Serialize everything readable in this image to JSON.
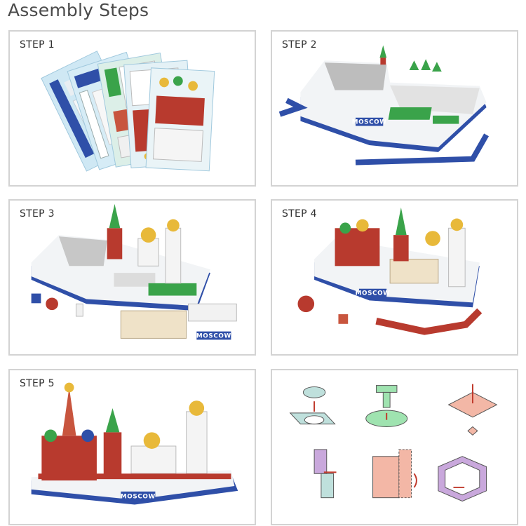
{
  "header": {
    "title": "Assembly Steps"
  },
  "steps": [
    {
      "label": "STEP 1"
    },
    {
      "label": "STEP 2"
    },
    {
      "label": "STEP 3"
    },
    {
      "label": "STEP 4"
    },
    {
      "label": "STEP 5"
    }
  ],
  "model": {
    "sign_text": "MOSCOW"
  },
  "colors": {
    "border": "#d3d3d3",
    "base_blue": "#2f4fa8",
    "grass": "#3aa34a",
    "brick": "#b83a2e",
    "gold": "#e8b93a",
    "joint_pink": "#f3b7a6",
    "joint_purple": "#c9a8dc",
    "joint_teal": "#bfe0dc",
    "joint_green": "#9fe3b0"
  },
  "icons": [
    "sheet-stack-icon",
    "model-base-icon",
    "tower-icon",
    "dome-icon",
    "joint-diagram-icon",
    "arrow-icon"
  ]
}
